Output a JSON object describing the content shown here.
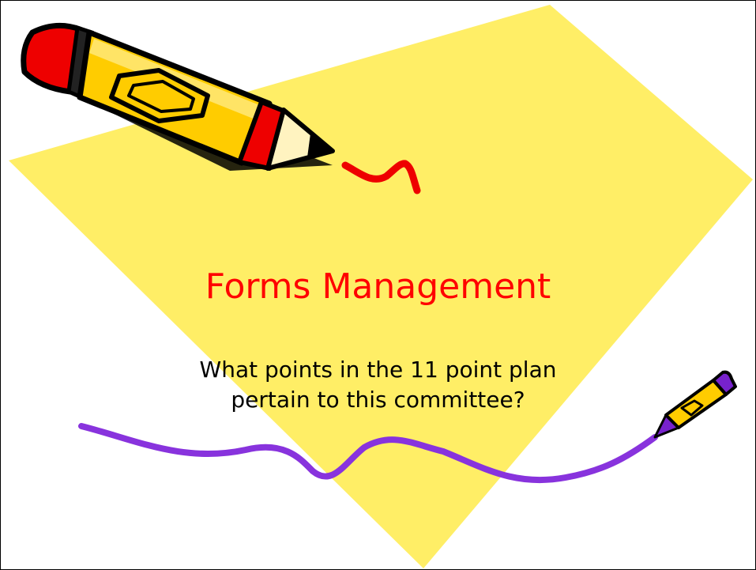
{
  "slide": {
    "title": "Forms Management",
    "subtitle_line1": "What points in the 11 point plan",
    "subtitle_line2": "pertain to this committee?"
  },
  "colors": {
    "background": "#ffffff",
    "title": "#ff0000",
    "subtitle": "#000000",
    "backdrop_yellow": "#ffee66",
    "pencil_body": "#ffcc00",
    "pencil_red": "#ee0000",
    "squiggle_red": "#ee0000",
    "squiggle_purple": "#8833dd",
    "small_pencil_purple": "#7722cc"
  },
  "icons": {
    "large": "pencil-icon",
    "small": "small-pencil-icon"
  }
}
